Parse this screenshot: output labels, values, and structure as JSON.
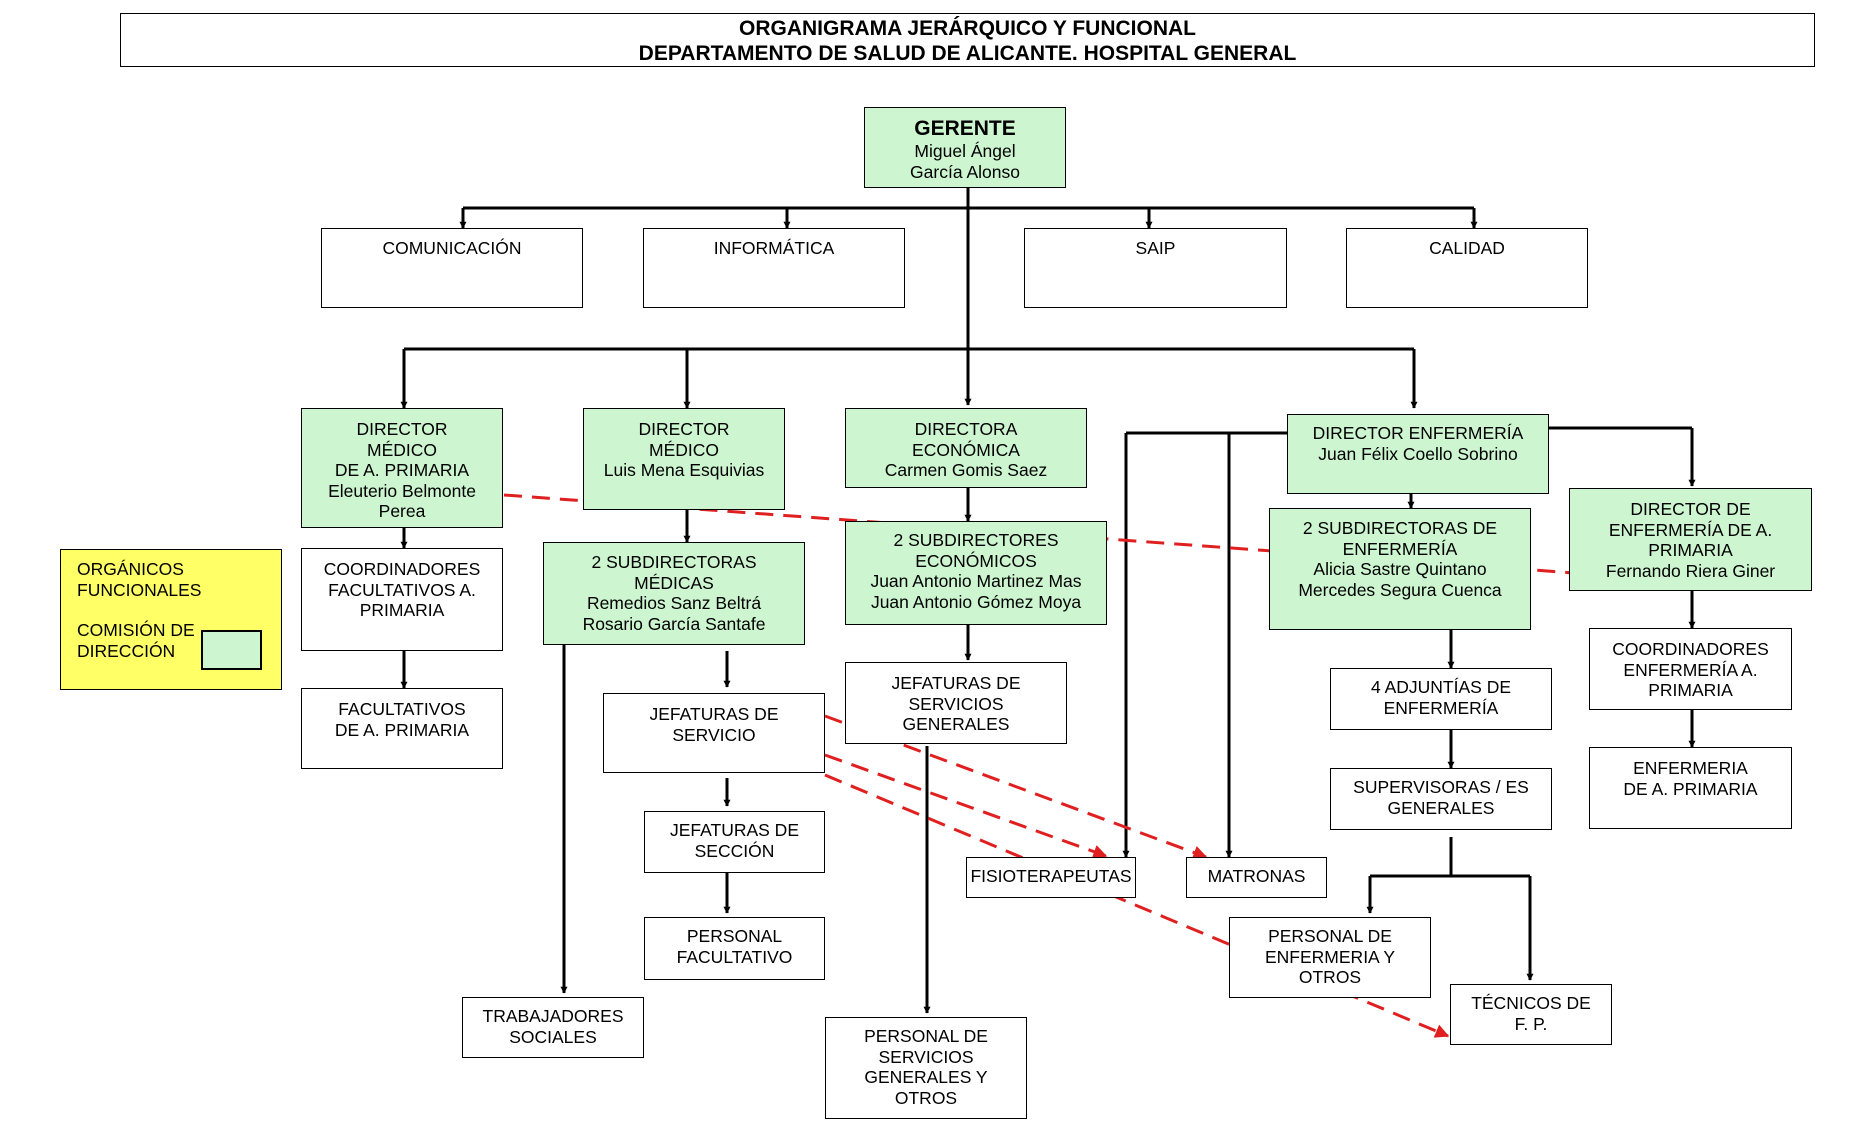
{
  "title": {
    "line1": "ORGANIGRAMA  JERÁRQUICO Y FUNCIONAL",
    "line2": "DEPARTAMENTO DE SALUD DE ALICANTE. HOSPITAL GENERAL"
  },
  "colors": {
    "comision_fill": "#ccf5d0",
    "legend_bg": "#ffff66",
    "functional_line": "#e02020",
    "organic_line": "#000000"
  },
  "legend": {
    "organicos": "ORGÁNICOS",
    "funcionales": "FUNCIONALES",
    "comision1": "COMISIÓN DE",
    "comision2": "DIRECCIÓN"
  },
  "nodes": {
    "gerente": [
      "GERENTE",
      "Miguel Ángel",
      "García Alonso"
    ],
    "comunicacion": [
      "COMUNICACIÓN"
    ],
    "informatica": [
      "INFORMÁTICA"
    ],
    "saip": [
      "SAIP"
    ],
    "calidad": [
      "CALIDAD"
    ],
    "dir_medico_ap": [
      "DIRECTOR",
      "MÉDICO",
      "DE A. PRIMARIA",
      "Eleuterio Belmonte",
      "Perea"
    ],
    "dir_medico": [
      "DIRECTOR",
      "MÉDICO",
      "Luis Mena Esquivias"
    ],
    "directora_economica": [
      "DIRECTORA",
      "ECONÓMICA",
      "Carmen Gomis Saez"
    ],
    "dir_enfermeria": [
      "DIRECTOR ENFERMERÍA",
      "Juan Félix Coello Sobrino"
    ],
    "dir_enfermeria_ap": [
      "DIRECTOR DE",
      "ENFERMERÍA DE A.",
      "PRIMARIA",
      "Fernando Riera Giner"
    ],
    "coord_facultativos_ap": [
      "COORDINADORES",
      "FACULTATIVOS A.",
      "PRIMARIA"
    ],
    "facultativos_ap": [
      "FACULTATIVOS",
      "DE A. PRIMARIA"
    ],
    "subdir_medicas": [
      "2 SUBDIRECTORAS",
      "MÉDICAS",
      "Remedios Sanz Beltrá",
      "Rosario García Santafe"
    ],
    "subdir_economicos": [
      "2 SUBDIRECTORES",
      "ECONÓMICOS",
      "Juan Antonio Martinez Mas",
      "Juan Antonio Gómez Moya"
    ],
    "subdir_enfermeria": [
      "2 SUBDIRECTORAS DE",
      "ENFERMERÍA",
      "Alicia Sastre Quintano",
      "Mercedes Segura Cuenca"
    ],
    "coord_enfermeria_ap": [
      "COORDINADORES",
      "ENFERMERÍA A.",
      "PRIMARIA"
    ],
    "jefaturas_servicio": [
      "JEFATURAS DE",
      "SERVICIO"
    ],
    "jefaturas_servicios_generales": [
      "JEFATURAS DE",
      "SERVICIOS",
      "GENERALES"
    ],
    "adjuntias_enfermeria": [
      "4 ADJUNTÍAS DE",
      "ENFERMERÍA"
    ],
    "enfermeria_ap": [
      "ENFERMERIA",
      "DE A. PRIMARIA"
    ],
    "supervisoras": [
      "SUPERVISORAS / ES",
      "GENERALES"
    ],
    "jefaturas_seccion": [
      "JEFATURAS DE",
      "SECCIÓN"
    ],
    "fisioterapeutas": [
      "FISIOTERAPEUTAS"
    ],
    "matronas": [
      "MATRONAS"
    ],
    "personal_facultativo": [
      "PERSONAL",
      "FACULTATIVO"
    ],
    "personal_enfermeria": [
      "PERSONAL DE",
      "ENFERMERIA Y",
      "OTROS"
    ],
    "tecnicos_fp": [
      "TÉCNICOS DE",
      "F. P."
    ],
    "trabajadores_sociales": [
      "TRABAJADORES",
      "SOCIALES"
    ],
    "personal_servicios_generales": [
      "PERSONAL DE",
      "SERVICIOS",
      "GENERALES Y",
      "OTROS"
    ]
  }
}
